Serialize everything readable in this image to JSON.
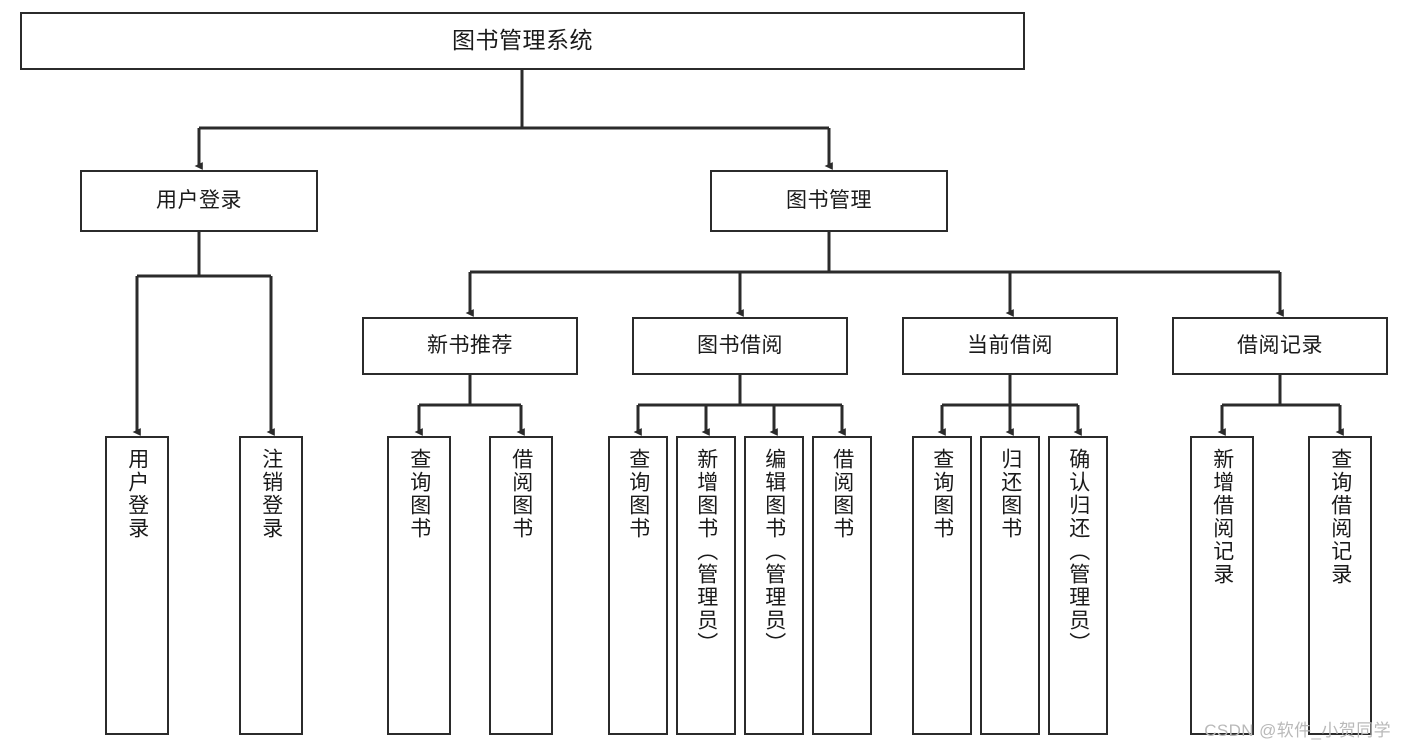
{
  "diagram": {
    "title": "图书管理系统",
    "watermark": "CSDN @软件_小贺同学",
    "colors": {
      "stroke": "#2b2b2b",
      "fill": "#ffffff",
      "text": "#1a1a1a",
      "watermark": "#b9b9b9"
    },
    "levels": {
      "root": {
        "label": "图书管理系统"
      },
      "tier2": [
        {
          "id": "user-login",
          "label": "用户登录"
        },
        {
          "id": "book-management",
          "label": "图书管理"
        }
      ],
      "tier3": [
        {
          "id": "new-book-recommend",
          "label": "新书推荐",
          "parent": "book-management"
        },
        {
          "id": "book-borrow",
          "label": "图书借阅",
          "parent": "book-management"
        },
        {
          "id": "current-borrow",
          "label": "当前借阅",
          "parent": "book-management"
        },
        {
          "id": "borrow-record",
          "label": "借阅记录",
          "parent": "book-management"
        }
      ],
      "leaves": [
        {
          "id": "leaf-user-login",
          "label": "用户登录",
          "parent": "user-login"
        },
        {
          "id": "leaf-logout-login",
          "label": "注销登录",
          "parent": "user-login"
        },
        {
          "id": "leaf-query-book-1",
          "label": "查询图书",
          "parent": "new-book-recommend"
        },
        {
          "id": "leaf-borrow-book-1",
          "label": "借阅图书",
          "parent": "new-book-recommend"
        },
        {
          "id": "leaf-query-book-2",
          "label": "查询图书",
          "parent": "book-borrow"
        },
        {
          "id": "leaf-add-book",
          "label": "新增图书（管理员）",
          "parent": "book-borrow"
        },
        {
          "id": "leaf-edit-book",
          "label": "编辑图书（管理员）",
          "parent": "book-borrow"
        },
        {
          "id": "leaf-borrow-book-2",
          "label": "借阅图书",
          "parent": "book-borrow"
        },
        {
          "id": "leaf-query-book-3",
          "label": "查询图书",
          "parent": "current-borrow"
        },
        {
          "id": "leaf-return-book",
          "label": "归还图书",
          "parent": "current-borrow"
        },
        {
          "id": "leaf-confirm-return",
          "label": "确认归还（管理员）",
          "parent": "current-borrow"
        },
        {
          "id": "leaf-add-borrow-record",
          "label": "新增借阅记录",
          "parent": "borrow-record"
        },
        {
          "id": "leaf-query-borrow-record",
          "label": "查询借阅记录",
          "parent": "borrow-record"
        }
      ]
    }
  }
}
